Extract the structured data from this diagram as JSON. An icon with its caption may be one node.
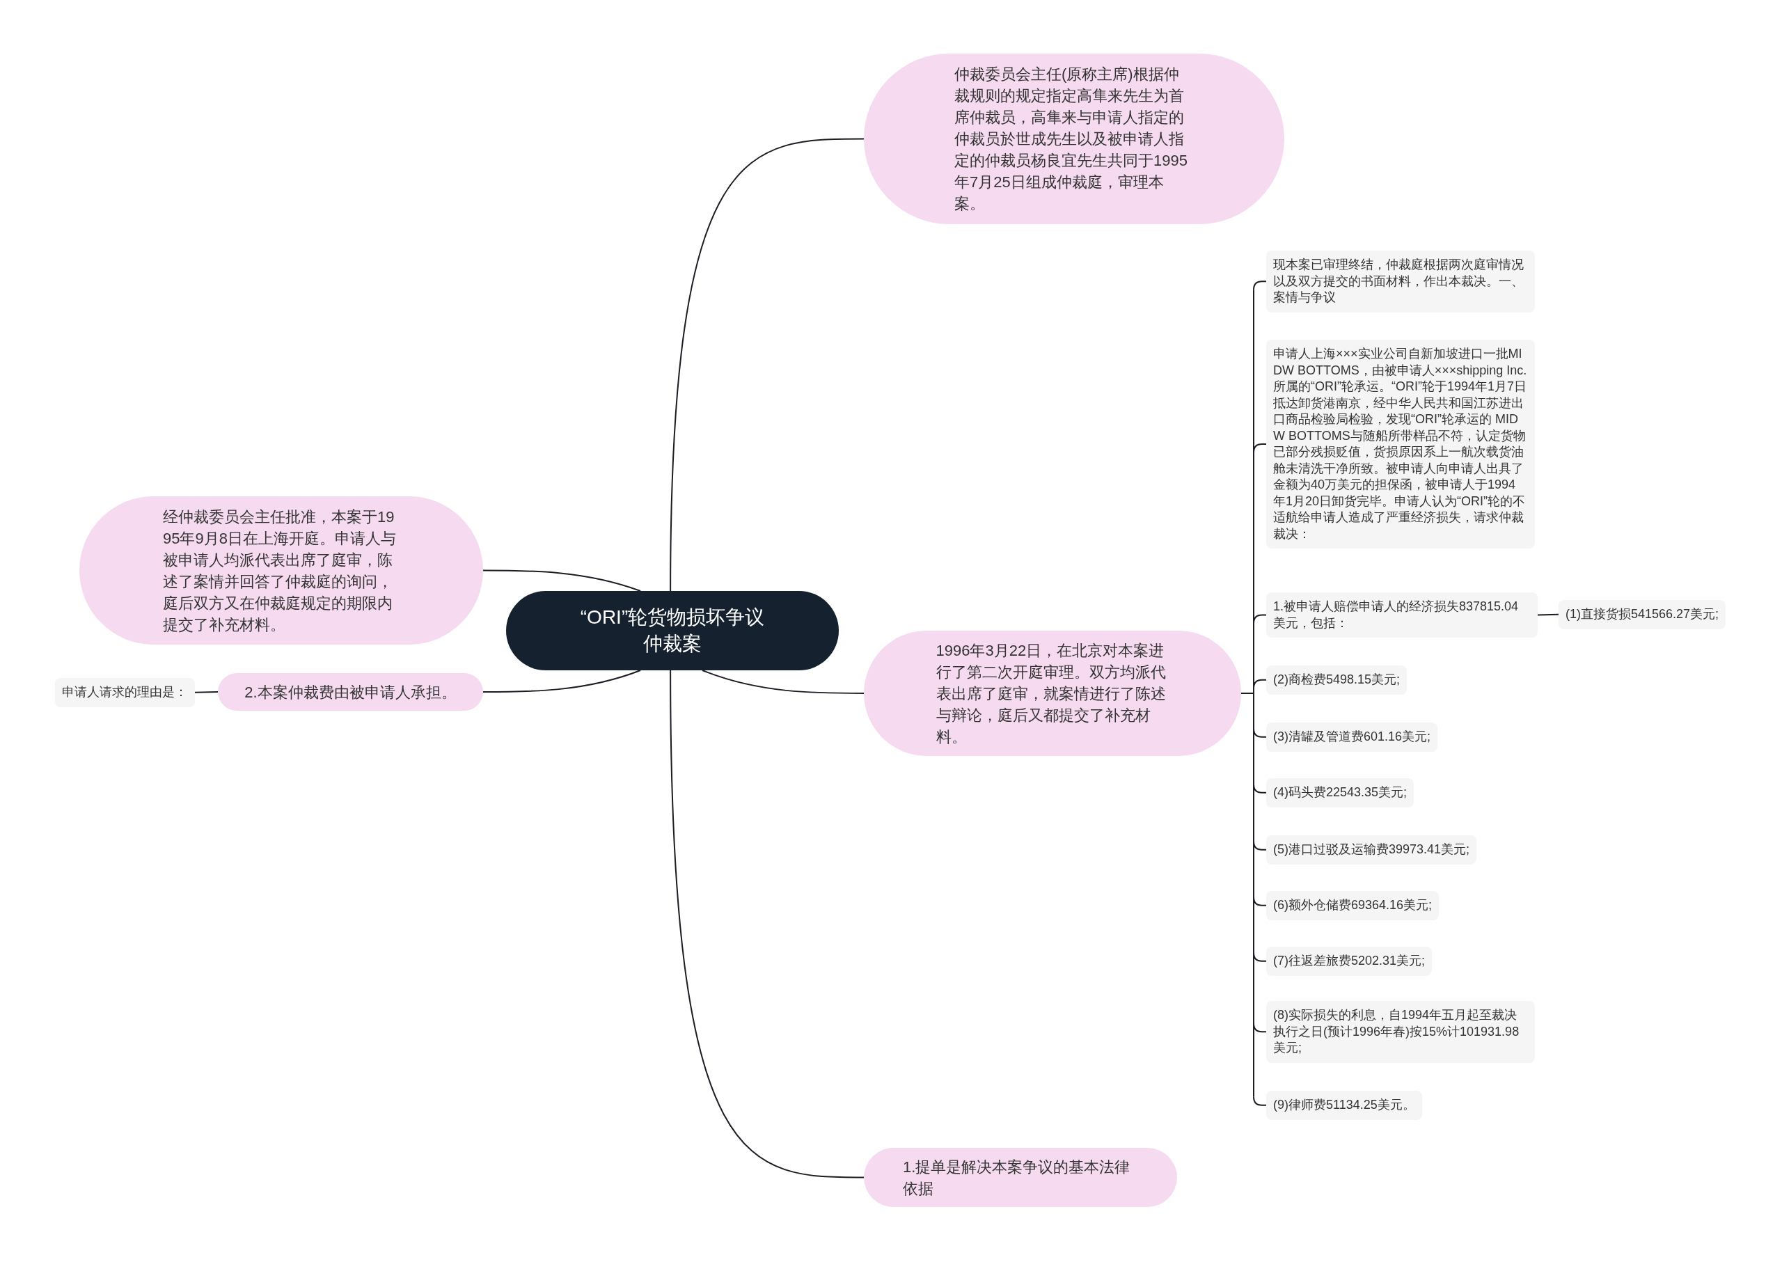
{
  "diagram": {
    "nodes": [
      {
        "text": [
          "“ORI”轮货物损坏争议仲裁案"
        ]
      },
      {
        "text": [
          "仲裁委员会主任(原称主席)根据仲裁规则的规定指定高隼来先生为首席仲裁员，高隼来与申请人指定的仲裁员於世成先生以及被申请人指定的仲裁员杨良宜先生共同于1995年7月25日组成仲裁庭，审理本案。"
        ]
      },
      {
        "text": [
          "经仲裁委员会主任批准，本案于1995年9月8日在上海开庭。申请人与被申请人均派代表出席了庭审，陈述了案情并回答了仲裁庭的询问，庭后双方又在仲裁庭规定的期限内提交了补充材料。"
        ]
      },
      {
        "text": [
          "2.本案仲裁费由被申请人承担。"
        ]
      },
      {
        "text": [
          "申请人请求的理由是："
        ]
      },
      {
        "text": [
          "1996年3月22日，在北京对本案进行了第二次开庭审理。双方均派代表出席了庭审，就案情进行了陈述与辩论，庭后又都提交了补充材料。"
        ]
      },
      {
        "text": [
          "现本案已审理终结，仲裁庭根据两次庭审情况以及双方提交的书面材料，作出本裁决。一、案情与争议"
        ]
      },
      {
        "text": [
          "申请人上海×××实业公司自新加坡进口一批MIDW BOTTOMS，由被申请人×××shipping Inc.所属的“ORI”轮承运。“ORI”轮于1994年1月7日抵达卸货港南京，经中华人民共和国江苏进出口商品检验局检验，发现“ORI”轮承运的 MIDW BOTTOMS与随船所带样品不符，认定货物已部分残损贬值，货损原因系上一航次载货油舱未清洗干净所致。被申请人向申请人出具了金额为40万美元的担保函，被申请人于1994年1月20日卸货完毕。申请人认为“ORI”轮的不适航给申请人造成了严重经济损失，请求仲裁裁决："
        ]
      },
      {
        "text": [
          "1.被申请人赔偿申请人的经济损失837815.04美元，包括："
        ]
      },
      {
        "text": [
          "(1)直接货损541566.27美元;"
        ]
      },
      {
        "text": [
          "(2)商检费5498.15美元;"
        ]
      },
      {
        "text": [
          "(3)清罐及管道费601.16美元;"
        ]
      },
      {
        "text": [
          "(4)码头费22543.35美元;"
        ]
      },
      {
        "text": [
          "(5)港口过驳及运输费39973.41美元;"
        ]
      },
      {
        "text": [
          "(6)额外仓储费69364.16美元;"
        ]
      },
      {
        "text": [
          "(7)往返差旅费5202.31美元;"
        ]
      },
      {
        "text": [
          "(8)实际损失的利息，自1994年五月起至裁决执行之日(预计1996年春)按15%计101931.98美元;"
        ]
      },
      {
        "text": [
          "(9)律师费51134.25美元。"
        ]
      },
      {
        "text": [
          "1.提单是解决本案争议的基本法律依据"
        ]
      }
    ],
    "edges": [
      {
        "from": 0,
        "to": 1,
        "arrow": "none"
      },
      {
        "from": 0,
        "to": 2,
        "arrow": "none"
      },
      {
        "from": 0,
        "to": 3,
        "arrow": "none"
      },
      {
        "from": 3,
        "to": 4,
        "arrow": "none"
      },
      {
        "from": 0,
        "to": 5,
        "arrow": "none"
      },
      {
        "from": 5,
        "to": 6,
        "arrow": "none"
      },
      {
        "from": 5,
        "to": 7,
        "arrow": "none"
      },
      {
        "from": 5,
        "to": 8,
        "arrow": "none"
      },
      {
        "from": 8,
        "to": 9,
        "arrow": "none"
      },
      {
        "from": 5,
        "to": 10,
        "arrow": "none"
      },
      {
        "from": 5,
        "to": 11,
        "arrow": "none"
      },
      {
        "from": 5,
        "to": 12,
        "arrow": "none"
      },
      {
        "from": 5,
        "to": 13,
        "arrow": "none"
      },
      {
        "from": 5,
        "to": 14,
        "arrow": "none"
      },
      {
        "from": 5,
        "to": 15,
        "arrow": "none"
      },
      {
        "from": 5,
        "to": 16,
        "arrow": "none"
      },
      {
        "from": 5,
        "to": 17,
        "arrow": "none"
      },
      {
        "from": 0,
        "to": 18,
        "arrow": "none"
      }
    ]
  }
}
